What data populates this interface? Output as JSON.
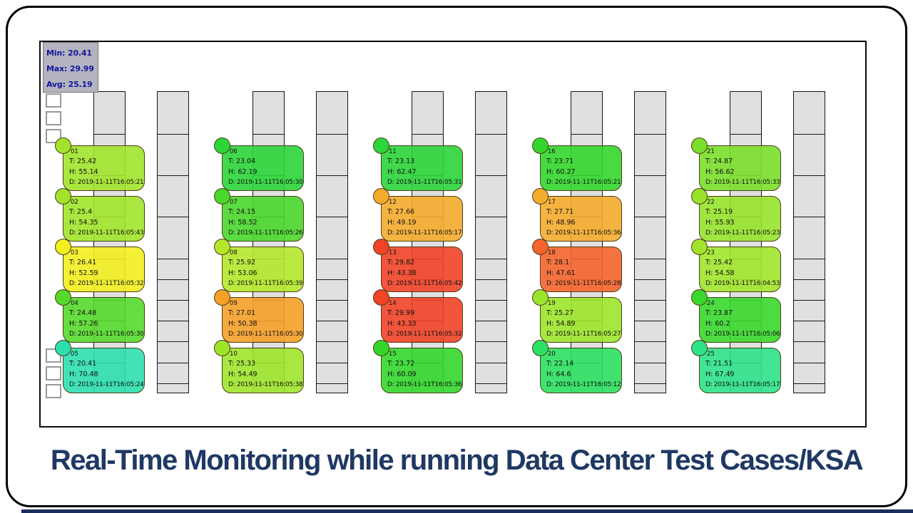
{
  "title": "Real-Time Monitoring while running Data Center Test Cases/KSA",
  "stats": {
    "min_label": "Min:",
    "min_value": "20.41",
    "max_label": "Max:",
    "max_value": "29.99",
    "avg_label": "Avg:",
    "avg_value": "25.19"
  },
  "field_labels": {
    "temp": "T:",
    "humidity": "H:",
    "date": "D:"
  },
  "colors": {
    "title_text": "#1F3864",
    "stats_bg": "#B3B4BF",
    "stats_text": "#15159B",
    "rack_fill": "#E0E0E0",
    "bottom_bar": "#1B2E5C"
  },
  "sensors": [
    {
      "id": "01",
      "temp": "25.42",
      "humidity": "55.14",
      "date": "2019-11-11T16:05:21",
      "color": "#A1E42B"
    },
    {
      "id": "02",
      "temp": "25.4",
      "humidity": "54.35",
      "date": "2019-11-11T16:05:43",
      "color": "#A1E42B"
    },
    {
      "id": "03",
      "temp": "26.41",
      "humidity": "52.59",
      "date": "2019-11-11T16:05:32",
      "color": "#F2EE20"
    },
    {
      "id": "04",
      "temp": "24.48",
      "humidity": "57.26",
      "date": "2019-11-11T16:05:30",
      "color": "#55D92C"
    },
    {
      "id": "05",
      "temp": "20.41",
      "humidity": "70.48",
      "date": "2019-11-11T16:05:24",
      "color": "#2EDFAE"
    },
    {
      "id": "06",
      "temp": "23.04",
      "humidity": "62.19",
      "date": "2019-11-11T16:05:30",
      "color": "#2BD53A"
    },
    {
      "id": "07",
      "temp": "24.15",
      "humidity": "58.52",
      "date": "2019-11-11T16:05:26",
      "color": "#4AD72C"
    },
    {
      "id": "08",
      "temp": "25.92",
      "humidity": "53.06",
      "date": "2019-11-11T16:05:39",
      "color": "#B4E72A"
    },
    {
      "id": "09",
      "temp": "27.01",
      "humidity": "50.38",
      "date": "2019-11-11T16:05:30",
      "color": "#F5A028"
    },
    {
      "id": "10",
      "temp": "25.33",
      "humidity": "54.49",
      "date": "2019-11-11T16:05:38",
      "color": "#9EE42B"
    },
    {
      "id": "11",
      "temp": "23.13",
      "humidity": "62.47",
      "date": "2019-11-11T16:05:31",
      "color": "#2BD53A"
    },
    {
      "id": "12",
      "temp": "27.66",
      "humidity": "49.19",
      "date": "2019-11-11T16:05:17",
      "color": "#F4AC2C"
    },
    {
      "id": "13",
      "temp": "29.82",
      "humidity": "43.38",
      "date": "2019-11-11T16:05:42",
      "color": "#F04327"
    },
    {
      "id": "14",
      "temp": "29.99",
      "humidity": "43.33",
      "date": "2019-11-11T16:05:32",
      "color": "#F04327"
    },
    {
      "id": "15",
      "temp": "23.72",
      "humidity": "60.09",
      "date": "2019-11-11T16:05:36",
      "color": "#33D72C"
    },
    {
      "id": "16",
      "temp": "23.71",
      "humidity": "60.27",
      "date": "2019-11-11T16:05:21",
      "color": "#33D72C"
    },
    {
      "id": "17",
      "temp": "27.71",
      "humidity": "48.96",
      "date": "2019-11-11T16:05:36",
      "color": "#F4AC2C"
    },
    {
      "id": "18",
      "temp": "28.1",
      "humidity": "47.61",
      "date": "2019-11-11T16:05:28",
      "color": "#F4642C"
    },
    {
      "id": "19",
      "temp": "25.27",
      "humidity": "54.89",
      "date": "2019-11-11T16:05:27",
      "color": "#9CE42B"
    },
    {
      "id": "20",
      "temp": "22.14",
      "humidity": "64.6",
      "date": "2019-11-11T16:05:12",
      "color": "#2CE061"
    },
    {
      "id": "21",
      "temp": "24.87",
      "humidity": "56.62",
      "date": "2019-11-11T16:05:33",
      "color": "#7ADF2B"
    },
    {
      "id": "22",
      "temp": "25.19",
      "humidity": "55.93",
      "date": "2019-11-11T16:05:23",
      "color": "#97E32B"
    },
    {
      "id": "23",
      "temp": "25.42",
      "humidity": "54.58",
      "date": "2019-11-11T16:04:53",
      "color": "#A1E42B"
    },
    {
      "id": "24",
      "temp": "23.87",
      "humidity": "60.2",
      "date": "2019-11-11T16:05:06",
      "color": "#38D82C"
    },
    {
      "id": "25",
      "temp": "21.51",
      "humidity": "67.49",
      "date": "2019-11-11T16:05:17",
      "color": "#2EE287"
    }
  ]
}
